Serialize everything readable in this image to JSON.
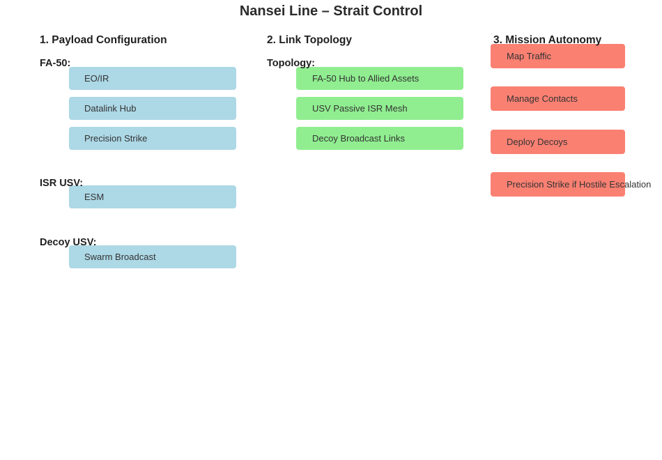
{
  "title": "Nansei Line – Strait Control",
  "colors": {
    "payload_chip": "#ADD8E6",
    "topology_chip": "#90EE90",
    "autonomy_chip": "#FA8072",
    "title_text": "#2B2B2B",
    "heading_text": "#1F1F1F",
    "chip_text": "#333333",
    "background": "#FFFFFF"
  },
  "columns": [
    {
      "heading": "1. Payload Configuration",
      "groups": [
        {
          "label": "FA-50:",
          "items": [
            "EO/IR",
            "Datalink Hub",
            "Precision Strike"
          ]
        },
        {
          "label": "ISR USV:",
          "items": [
            "ESM"
          ]
        },
        {
          "label": "Decoy USV:",
          "items": [
            "Swarm Broadcast"
          ]
        }
      ]
    },
    {
      "heading": "2. Link Topology",
      "groups": [
        {
          "label": "Topology:",
          "items": [
            "FA-50 Hub to Allied Assets",
            "USV Passive ISR Mesh",
            "Decoy Broadcast Links"
          ]
        }
      ]
    },
    {
      "heading": "3. Mission Autonomy",
      "items": [
        "Map Traffic",
        "Manage Contacts",
        "Deploy Decoys",
        "Precision Strike if Hostile Escalation"
      ]
    }
  ]
}
